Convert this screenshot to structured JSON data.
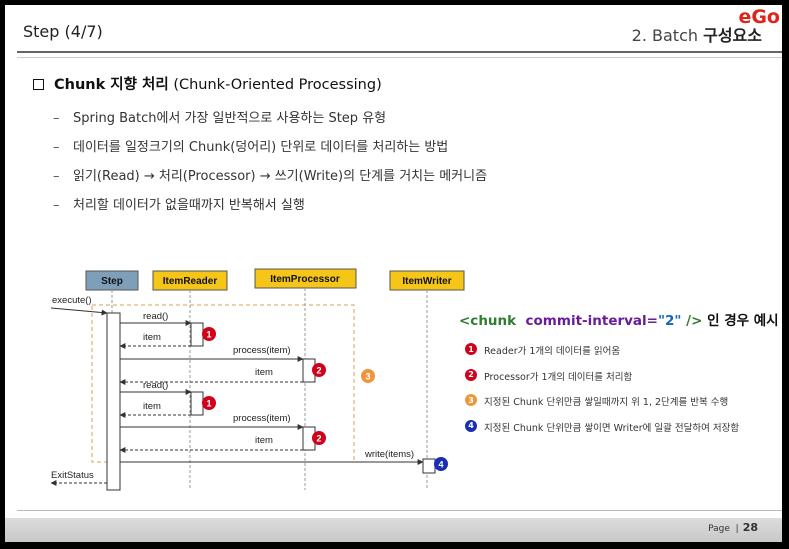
{
  "header": {
    "step": "Step (4/7)",
    "section_prefix": "2. Batch ",
    "section_bold": "구성요소",
    "brand": "eGo"
  },
  "heading": {
    "bold": "Chunk 지향 처리",
    "rest": " (Chunk-Oriented Processing)"
  },
  "bullets": [
    "Spring Batch에서 가장 일반적으로 사용하는 Step 유형",
    "데이터를 일정크기의 Chunk(덩어리) 단위로 데이터를 처리하는 방법",
    "읽기(Read) → 처리(Processor) → 쓰기(Write)의 단계를 거치는 메커니즘",
    "처리할 데이터가 없을때까지 반복해서 실행"
  ],
  "bullet_dash": "–",
  "diagram": {
    "participants": [
      "Step",
      "ItemReader",
      "ItemProcessor",
      "ItemWriter"
    ],
    "messages": {
      "execute": "execute()",
      "read": "read()",
      "item": "item",
      "process": "process(item)",
      "write": "write(items)",
      "exit": "ExitStatus"
    },
    "badges": [
      "1",
      "2",
      "3",
      "4"
    ],
    "colors": {
      "step_header": "#7f9fb8",
      "component_header": "#f5c518",
      "loop_border": "#d9a15b",
      "badge_red": "#d0021b",
      "badge_orange": "#f0953b",
      "badge_blue": "#1a2fb0"
    }
  },
  "right": {
    "title_tag": "<chunk",
    "title_attr": "commit-interval=",
    "title_val": "\"2\"",
    "title_close": " />",
    "title_suffix": " 인 경우 예시",
    "legend": [
      {
        "num": "1",
        "color": "#d0021b",
        "text": "Reader가 1개의 데이터를 읽어옴"
      },
      {
        "num": "2",
        "color": "#d0021b",
        "text": "Processor가 1개의 데이터를 처리함"
      },
      {
        "num": "3",
        "color": "#f0953b",
        "text": "지정된 Chunk 단위만큼 쌓일때까지 위 1, 2단계를 반복 수행"
      },
      {
        "num": "4",
        "color": "#1a2fb0",
        "text": "지정된 Chunk 단위만큼 쌓이면 Writer에 일괄 전달하여 저장함"
      }
    ]
  },
  "footer": {
    "page_label": "Page",
    "sep": "|",
    "page_number": "28"
  }
}
